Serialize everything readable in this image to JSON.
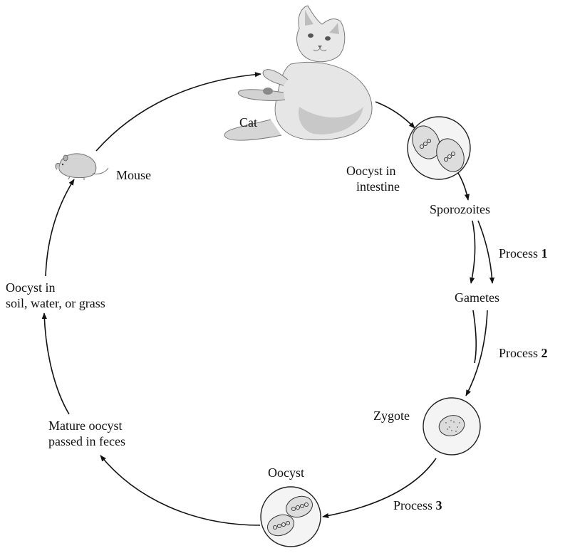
{
  "labels": {
    "cat": "Cat",
    "mouse": "Mouse",
    "oocyst_intestine_l1": "Oocyst in",
    "oocyst_intestine_l2": "intestine",
    "sporozoites": "Sporozoites",
    "process1_word": "Process",
    "process1_num": "1",
    "gametes": "Gametes",
    "process2_word": "Process",
    "process2_num": "2",
    "zygote": "Zygote",
    "process3_word": "Process",
    "process3_num": "3",
    "oocyst": "Oocyst",
    "mature_l1": "Mature oocyst",
    "mature_l2": "passed in feces",
    "soil_l1": "Oocyst in",
    "soil_l2": "soil, water, or grass"
  },
  "colors": {
    "line": "#111111",
    "cell_fill": "#f2f2f2",
    "inner_fill": "#d9d9d9",
    "cat_fill": "#e6e6e6",
    "cat_shade": "#c8c8c8"
  }
}
